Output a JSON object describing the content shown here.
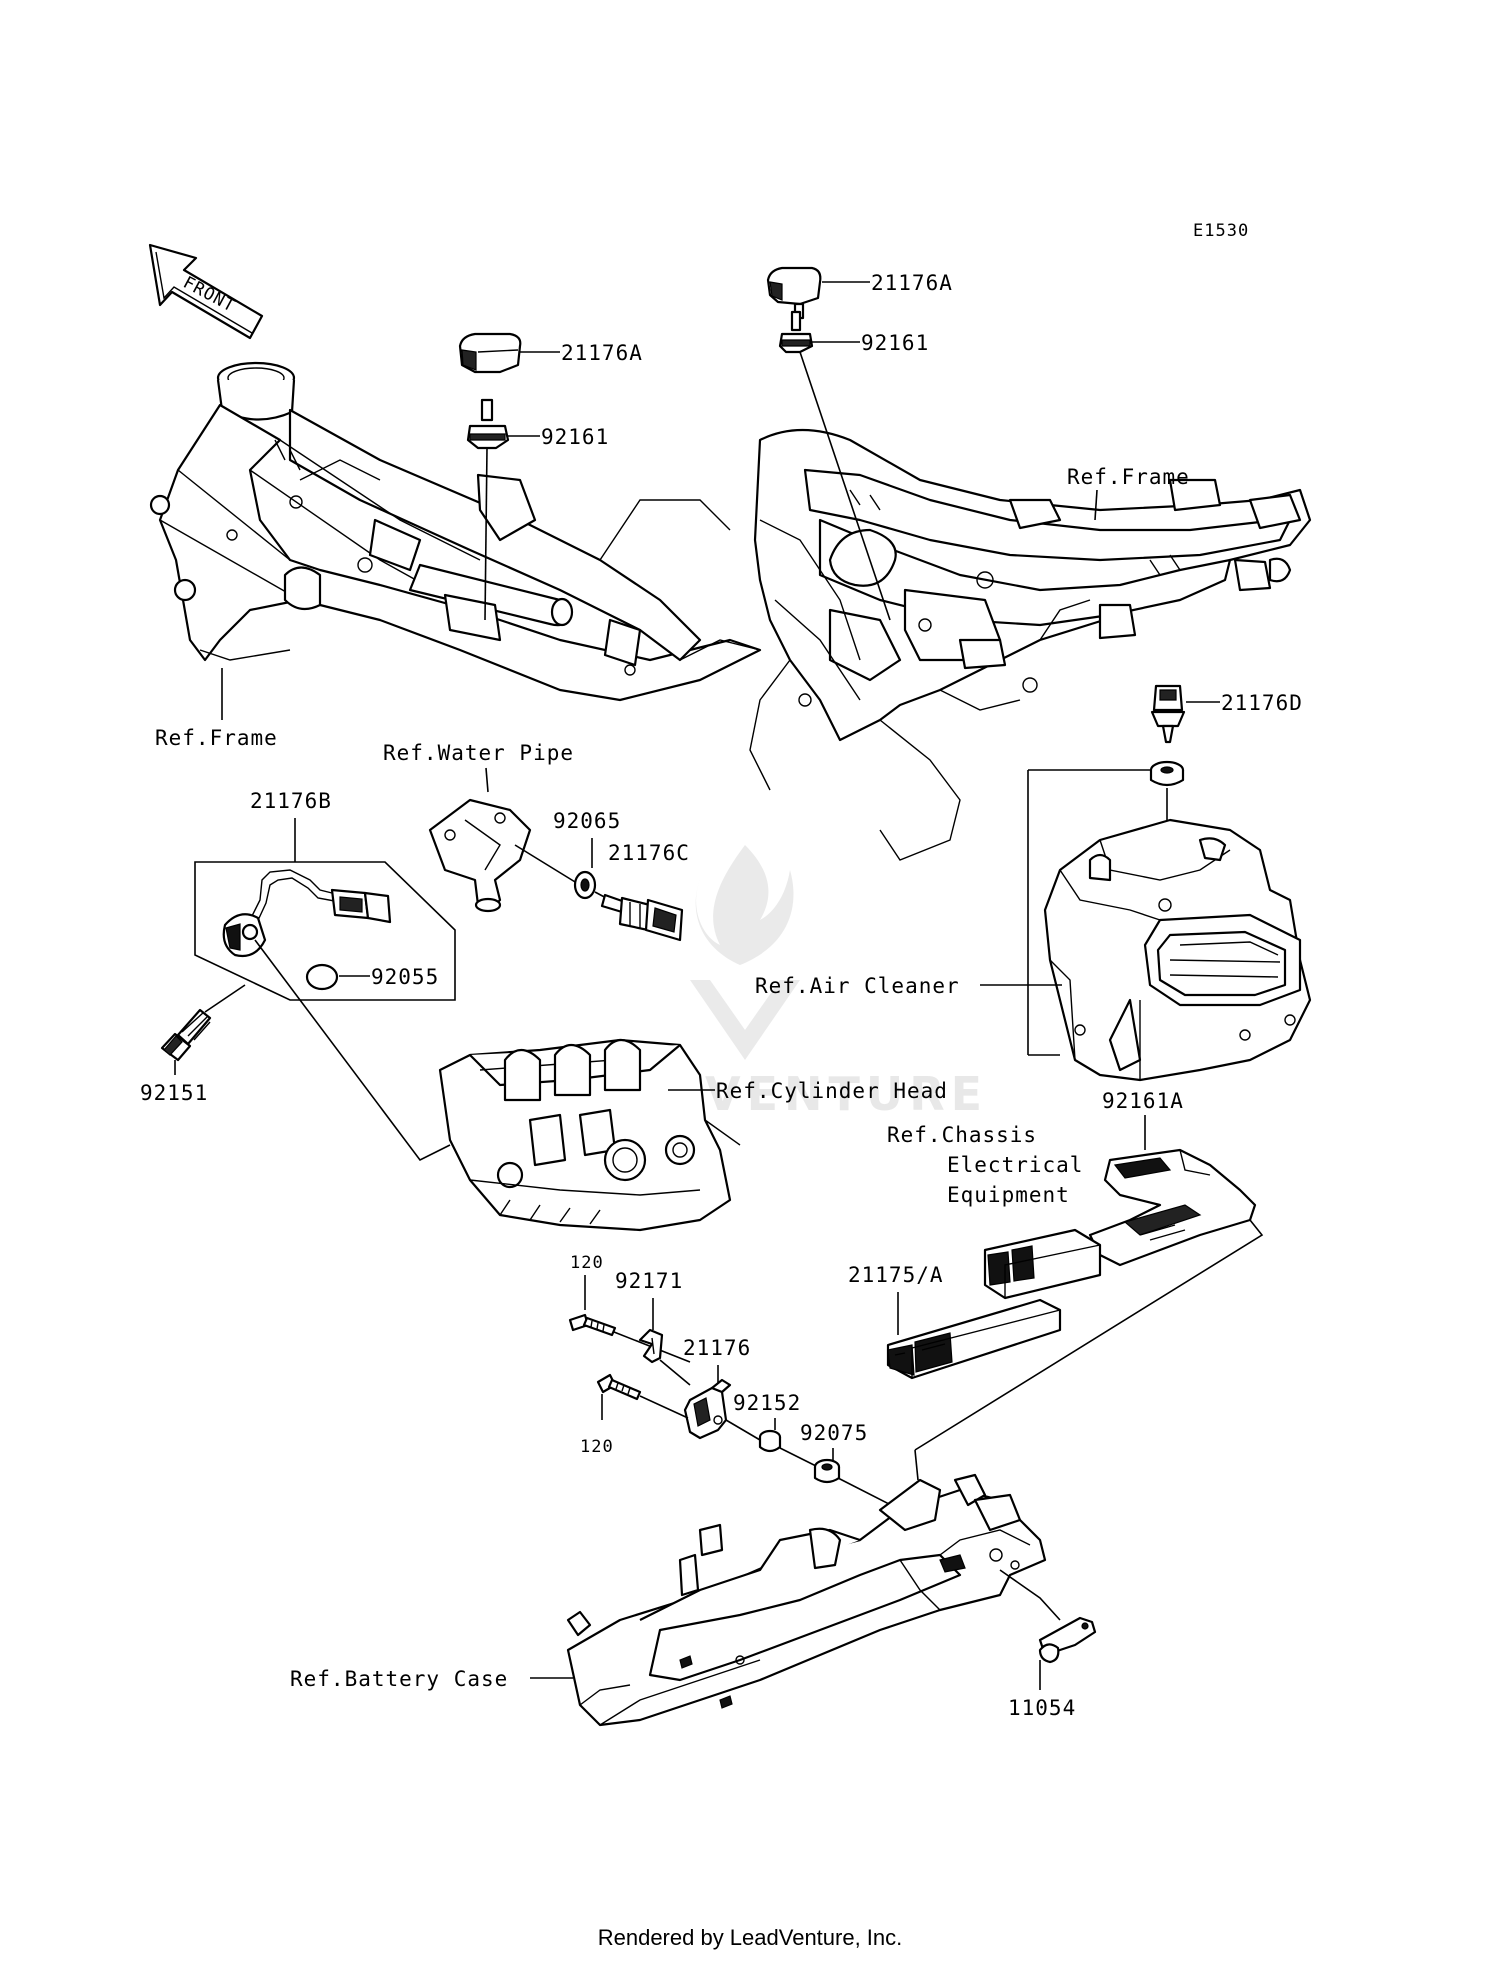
{
  "diagram_code": "E1530",
  "front_arrow": "FRONT",
  "watermark": "VENTURE",
  "footer": "Rendered by LeadVenture, Inc.",
  "labels": {
    "p21176A_left": "21176A",
    "p92161_left": "92161",
    "p21176A_right": "21176A",
    "p92161_right": "92161",
    "ref_frame_left": "Ref.Frame",
    "ref_frame_right": "Ref.Frame",
    "p21176D": "21176D",
    "ref_water_pipe": "Ref.Water Pipe",
    "p92065": "92065",
    "p21176C": "21176C",
    "p21176B": "21176B",
    "p92055": "92055",
    "p92151": "92151",
    "ref_air_cleaner": "Ref.Air Cleaner",
    "ref_cylinder_head": "Ref.Cylinder Head",
    "p92161A": "92161A",
    "ref_chassis_1": "Ref.Chassis",
    "ref_chassis_2": "Electrical",
    "ref_chassis_3": "Equipment",
    "p21175A": "21175/A",
    "p120_top": "120",
    "p92171": "92171",
    "p21176": "21176",
    "p92152": "92152",
    "p92075": "92075",
    "p120_bottom": "120",
    "ref_battery_case": "Ref.Battery Case",
    "p11054": "11054"
  }
}
